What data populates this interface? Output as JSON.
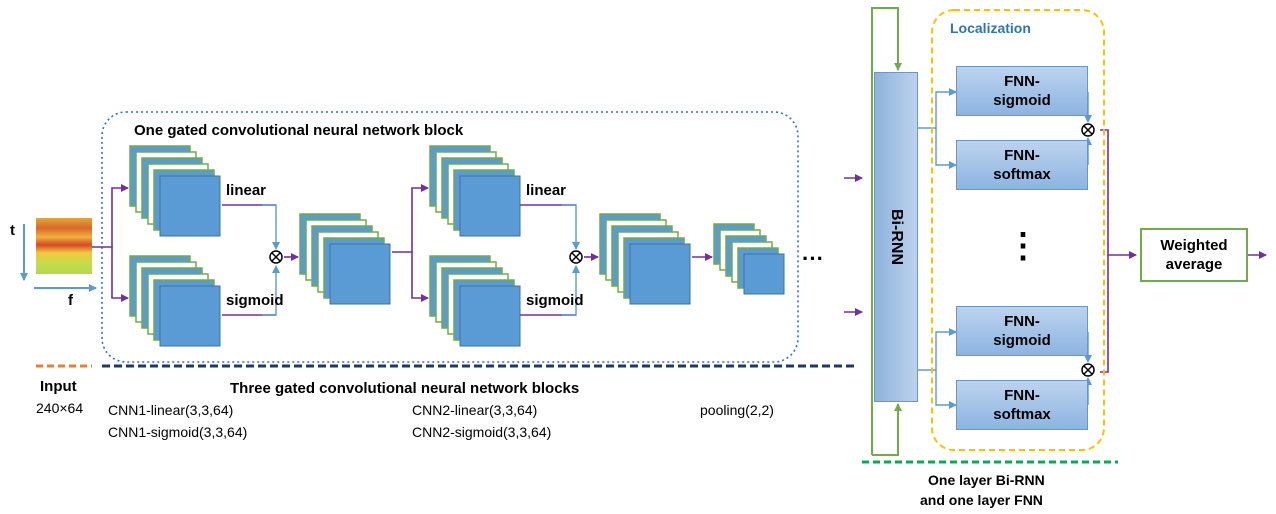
{
  "block_title": "One gated convolutional neural network block",
  "axis_t": "t",
  "axis_f": "f",
  "linear_1": "linear",
  "sigmoid_1": "sigmoid",
  "linear_2": "linear",
  "sigmoid_2": "sigmoid",
  "multiply_symbol": "⊗",
  "ellipsis_h": "···",
  "ellipsis_v": "⋮",
  "input_title": "Input",
  "input_size": "240×64",
  "three_blocks": "Three gated convolutional neural network blocks",
  "cnn1_linear": "CNN1-linear(3,3,64)",
  "cnn1_sigmoid": "CNN1-sigmoid(3,3,64)",
  "cnn2_linear": "CNN2-linear(3,3,64)",
  "cnn2_sigmoid": "CNN2-sigmoid(3,3,64)",
  "pooling": "pooling(2,2)",
  "birnn": "Bi-RNN",
  "localization": "Localization",
  "fnn_sigmoid_1": [
    "FNN-",
    "sigmoid"
  ],
  "fnn_softmax_1": [
    "FNN-",
    "softmax"
  ],
  "fnn_sigmoid_2": [
    "FNN-",
    "sigmoid"
  ],
  "fnn_softmax_2": [
    "FNN-",
    "softmax"
  ],
  "weighted_average": [
    "Weighted",
    "average"
  ],
  "rnn_fnn_caption": [
    "One layer Bi-RNN",
    "and one layer FNN"
  ],
  "colors": {
    "conv_fill": "#5b9bd5",
    "conv_border": "#70ad47",
    "arrow_purple": "#7030a0",
    "arrow_blue": "#5b9bd5",
    "green": "#70ad47",
    "localization_text": "#2e75b6",
    "dashed_orange": "#ed7d31",
    "dashed_navy": "#1f3864",
    "dashed_green": "#00b050",
    "dashed_yellow": "#ffc000",
    "dotted_border": "#2e75b6"
  }
}
